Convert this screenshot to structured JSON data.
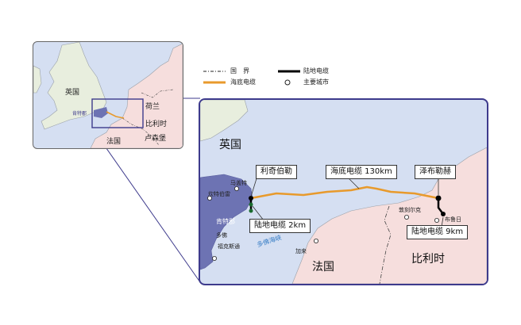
{
  "legend": {
    "border_label": "国　界",
    "subsea_label": "海底电缆",
    "land_label": "陆地电缆",
    "city_label": "主要城市"
  },
  "overview_map": {
    "uk": "英国",
    "netherlands": "荷兰",
    "belgium": "比利时",
    "france": "法国",
    "luxembourg": "卢森堡",
    "kent": "肯特郡"
  },
  "detail_map": {
    "uk": "英国",
    "france": "法国",
    "belgium": "比利时",
    "kent": "肯特郡",
    "strait": "多佛海峡",
    "cities": {
      "margate": "马盖特",
      "canterbury": "坎特伯雷",
      "dover": "多佛",
      "folkestone": "福克斯通",
      "dunkirk": "敦刻尔克",
      "calais": "加来",
      "bruges": "布鲁日"
    },
    "callouts": {
      "richborough": "利奇伯勒",
      "subsea": "海底电缆 130km",
      "zeebrugge": "泽布勒赫",
      "land_uk": "陆地电缆 2km",
      "land_be": "陆地电缆 9km"
    }
  },
  "colors": {
    "sea": "#d5dff2",
    "uk_land": "#e8eede",
    "continent_land": "#f6dedd",
    "kent": "#6d73b3",
    "frame": "#3d3a8c",
    "cable": "#e89a2c"
  }
}
